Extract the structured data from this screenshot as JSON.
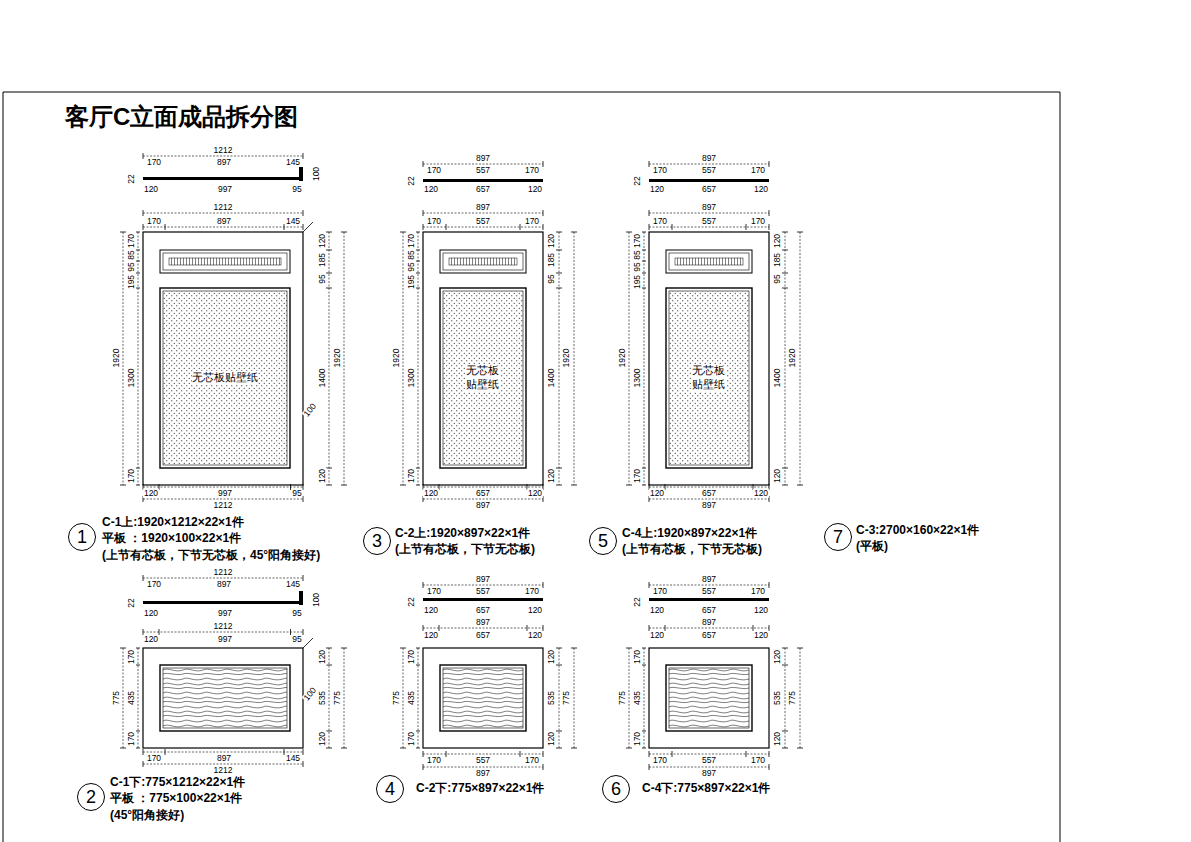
{
  "diagram": {
    "title": "客厅C立面成品拆分图",
    "nodes": [
      {
        "text": [
          "无芯板贴壁纸"
        ]
      },
      {
        "text": [
          "无芯板 贴壁纸"
        ]
      },
      {
        "text": [
          "无芯板 贴壁纸"
        ]
      },
      {
        "text": [
          "1"
        ]
      },
      {
        "text": [
          "3"
        ]
      },
      {
        "text": [
          "5"
        ]
      },
      {
        "text": [
          "7"
        ]
      },
      {
        "text": [
          "2"
        ]
      },
      {
        "text": [
          "4"
        ]
      },
      {
        "text": [
          "6"
        ]
      }
    ],
    "labels": [
      "1212",
      "170",
      "897",
      "145",
      "22",
      "100",
      "120",
      "997",
      "95",
      "1212",
      "170",
      "897",
      "145",
      "1920",
      "170",
      "85",
      "95",
      "195",
      "1300",
      "170",
      "120",
      "185",
      "95",
      "1400",
      "120",
      "1920",
      "100",
      "120",
      "997",
      "95",
      "1212",
      "897",
      "170",
      "557",
      "170",
      "22",
      "120",
      "657",
      "120",
      "897",
      "170",
      "557",
      "170",
      "1920",
      "170",
      "85",
      "95",
      "195",
      "1300",
      "170",
      "120",
      "185",
      "95",
      "1400",
      "120",
      "1920",
      "120",
      "657",
      "120",
      "897",
      "897",
      "170",
      "557",
      "170",
      "22",
      "120",
      "657",
      "120",
      "897",
      "170",
      "557",
      "170",
      "1920",
      "170",
      "85",
      "95",
      "195",
      "1300",
      "170",
      "120",
      "185",
      "95",
      "1400",
      "120",
      "1920",
      "120",
      "657",
      "120",
      "897",
      "C-1上:1920×1212×22×1件",
      "平板 ：1920×100×22×1件",
      "(上节有芯板，下节无芯板，45°阳角接好)",
      "C-2上:1920×897×22×1件",
      "(上节有芯板，下节无芯板)",
      "C-4上:1920×897×22×1件",
      "(上节有芯板，下节无芯板)",
      "C-3:2700×160×22×1件",
      "(平板)",
      "1212",
      "170",
      "897",
      "145",
      "22",
      "100",
      "120",
      "997",
      "95",
      "1212",
      "120",
      "997",
      "95",
      "775",
      "170",
      "435",
      "170",
      "120",
      "535",
      "120",
      "775",
      "100",
      "170",
      "897",
      "145",
      "1212",
      "897",
      "170",
      "557",
      "170",
      "22",
      "120",
      "657",
      "120",
      "897",
      "120",
      "657",
      "120",
      "775",
      "170",
      "435",
      "170",
      "120",
      "535",
      "120",
      "775",
      "170",
      "557",
      "170",
      "897",
      "897",
      "170",
      "557",
      "170",
      "22",
      "120",
      "657",
      "120",
      "897",
      "120",
      "657",
      "120",
      "775",
      "170",
      "435",
      "170",
      "120",
      "535",
      "120",
      "775",
      "170",
      "557",
      "170",
      "897",
      "C-1下:775×1212×22×1件",
      "平板 ：775×100×22×1件",
      "(45°阳角接好)",
      "C-2下:775×897×22×1件",
      "C-4下:775×897×22×1件"
    ]
  }
}
